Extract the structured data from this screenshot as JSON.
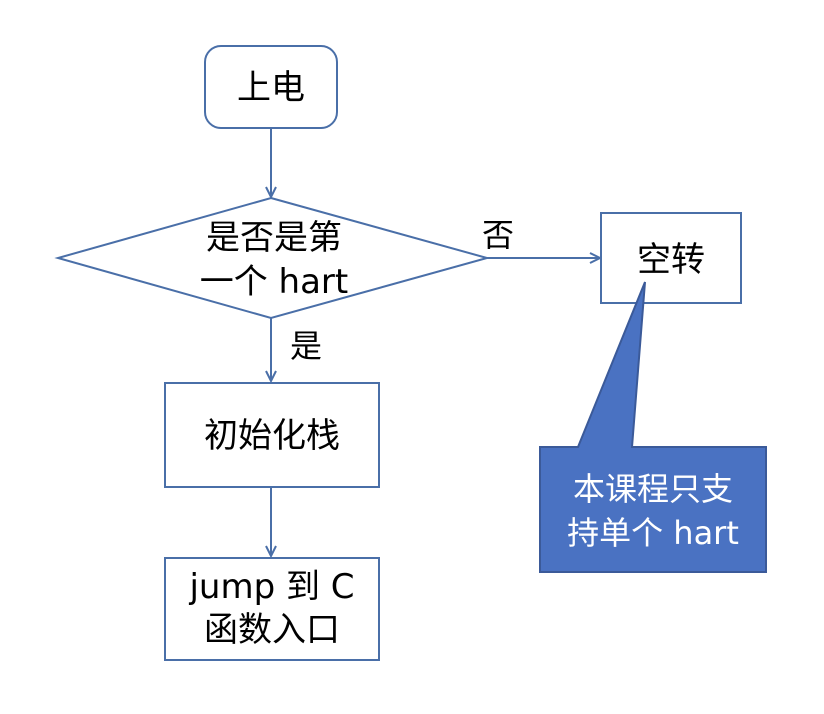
{
  "colors": {
    "line": "#4a6fa8",
    "callout_fill": "#4a72c2",
    "callout_text": "#ffffff",
    "node_text": "#000000"
  },
  "nodes": {
    "power_on": {
      "label": "上电"
    },
    "is_first_hart": {
      "line1": "是否是第",
      "line2": "一个 hart"
    },
    "idle_loop": {
      "label": "空转"
    },
    "init_stack": {
      "label": "初始化栈"
    },
    "jump_to_c": {
      "line1": "jump 到 C",
      "line2": "函数入口"
    }
  },
  "edges": {
    "no_label": "否",
    "yes_label": "是"
  },
  "callout": {
    "line1": "本课程只支",
    "line2": "持单个 hart"
  }
}
